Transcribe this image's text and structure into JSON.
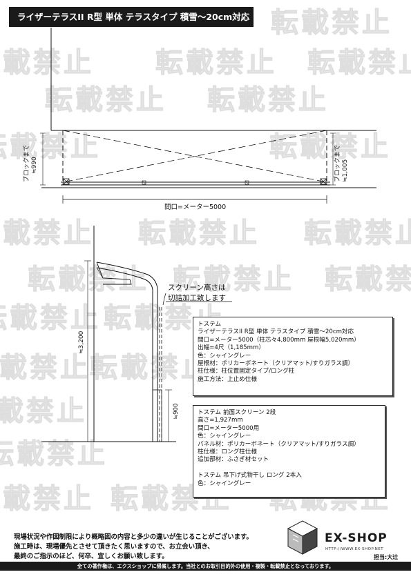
{
  "title": "ライザーテラスII R型 単体 テラスタイプ 積雪～20cm対応",
  "watermark": "転載禁止",
  "plan_view": {
    "left_note": "ブロックまで",
    "left_dim": "≒990",
    "right_note": "ブロックまで",
    "right_dim": "≒1,005",
    "width_label": "間口=メーター5000"
  },
  "elevation": {
    "height_label": "≒3,200",
    "screen_note_line1": "スクリーン高さは",
    "screen_note_line2": "切詰加工致します",
    "screen_dim": "≒900"
  },
  "spec_box_1": {
    "lines": [
      "トステム",
      "ライザーテラスII R型 単体 テラスタイプ 積雪～20cm対応",
      "間口=メーター5000（柱芯々4,800mm 屋根幅5,020mm）",
      "出幅=4尺（1,185mm）",
      "色：シャイングレー",
      "屋根材：ポリカーボネート（クリアマット/すりガラス調）",
      "柱仕様：柱位置固定タイプ/ロング柱",
      "施工方法：上止め仕様"
    ]
  },
  "spec_box_2": {
    "lines": [
      "トステム 前面スクリーン 2段",
      "高さ=1,927mm",
      "間口=メーター5000用",
      "色：シャイングレー",
      "パネル材：ポリカーボネート（クリアマット/すりガラス調）",
      "柱仕様：ロング柱仕様",
      "追加部材：ふさぎ材セット",
      "",
      "トステム 吊下げ式物干し ロング 2本入",
      "色：シャイングレー"
    ]
  },
  "note": {
    "line1": "現場状況や作図制限により概略図の内容と多少の違いが生じることがございます。",
    "line2": "施工時は、現場優先とさせて頂きたく思いますので、お立会い頂き、",
    "line3": "最終のご指示のほど、何卒、宜しくお願い致します。"
  },
  "brand": {
    "name": "EX-SHOP",
    "url": "HTTP://WWW.EX-SHOP.NET",
    "contact": "担当:大辻"
  },
  "footer": "全ての著作権は、エクスショップに帰属します。当社とのお取引目的外の使用・複製・転載禁止となっております。",
  "colors": {
    "bar": "#1a1a1a",
    "watermark": "#ececec"
  }
}
